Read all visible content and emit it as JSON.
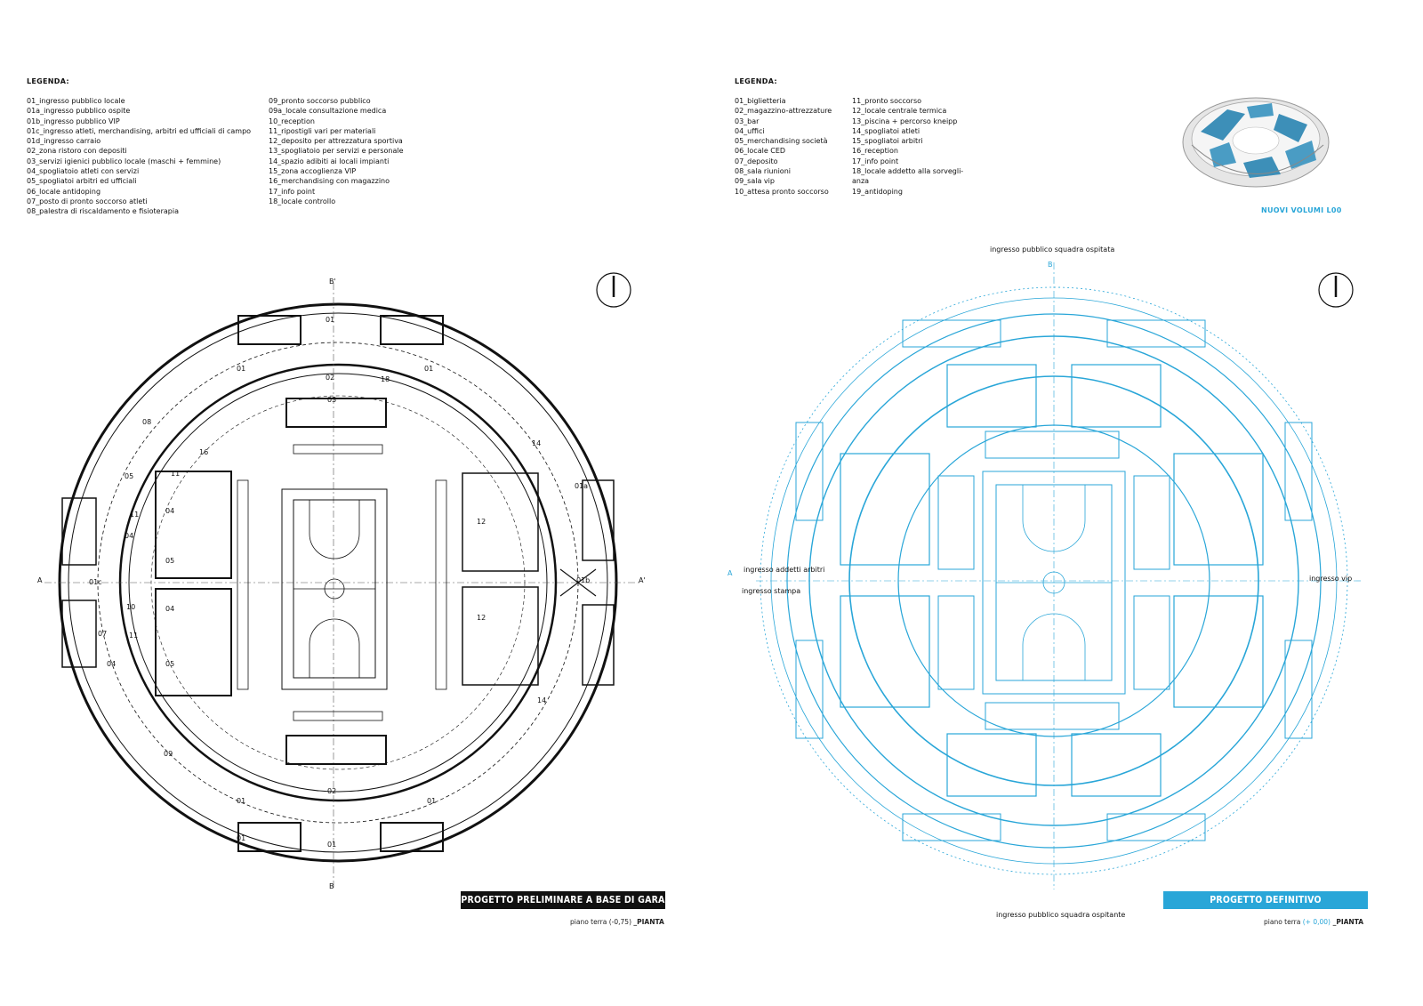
{
  "left": {
    "legend_title": "LEGENDA:",
    "legend_col1": [
      "01_ingresso pubblico locale",
      "01a_ingresso pubblico ospite",
      "01b_ingresso pubblico VIP",
      "01c_ingresso atleti, merchandising, arbitri ed ufficiali di campo",
      "01d_ingresso carraio",
      "02_zona ristoro con depositi",
      "03_servizi igienici pubblico locale (maschi + femmine)",
      "04_spogliatoio atleti con servizi",
      "05_spogliatoi arbitri ed ufficiali",
      "06_locale antidoping",
      "07_posto di pronto soccorso atleti",
      "08_palestra di riscaldamento e fisioterapia"
    ],
    "legend_col2": [
      "09_pronto soccorso pubblico",
      "09a_locale consultazione medica",
      "10_reception",
      "11_ripostigli vari per materiali",
      "12_deposito per attrezzatura sportiva",
      "13_spogliatoio per servizi e personale",
      "14_spazio adibiti ai locali impianti",
      "15_zona accoglienza VIP",
      "16_merchandising con magazzino",
      "17_info point",
      "18_locale controllo"
    ],
    "axis_labels": {
      "top": "B'",
      "bottom": "B",
      "left": "A",
      "right": "A'"
    },
    "room_labels": [
      "01",
      "01",
      "01",
      "02",
      "03",
      "18",
      "08",
      "16",
      "11",
      "05",
      "11",
      "04",
      "04",
      "05",
      "01c",
      "01b",
      "10",
      "07",
      "11",
      "04",
      "05",
      "04",
      "12",
      "12",
      "14",
      "14",
      "01a",
      "09",
      "02",
      "01",
      "01",
      "01",
      "01"
    ],
    "banner": "PROGETTO PRELIMINARE A BASE DI GARA",
    "caption_normal": "piano terra (-0,75) ",
    "caption_strong": "_PIANTA"
  },
  "right": {
    "legend_title": "LEGENDA:",
    "legend_col1": [
      "01_biglietteria",
      "02_magazzino-attrezzature",
      "03_bar",
      "04_uffici",
      "05_merchandising società",
      "06_locale CED",
      "07_deposito",
      "08_sala riunioni",
      "09_sala vip",
      "10_attesa pronto soccorso"
    ],
    "legend_col2": [
      "11_pronto soccorso",
      "12_locale centrale termica",
      "13_piscina + percorso kneipp",
      "14_spogliatoi atleti",
      "15_spogliatoi arbitri",
      "16_reception",
      "17_info point",
      "18_locale addetto alla sorvegli-",
      "anza",
      "19_antidoping"
    ],
    "thumbnail_label": "NUOVI VOLUMI L00",
    "entry_top": "ingresso pubblico squadra ospitata",
    "entry_bottom": "ingresso pubblico squadra ospitante",
    "entry_arbitri": "ingresso addetti arbitri",
    "entry_stampa": "ingresso stampa",
    "entry_vip": "ingresso vip",
    "axis_labels": {
      "top": "B",
      "left": "A"
    },
    "banner": "PROGETTO DEFINITIVO",
    "caption_normal": "piano terra ",
    "caption_accent": "(+ 0,00)",
    "caption_strong": " _PIANTA"
  },
  "colors": {
    "black": "#111111",
    "accent": "#29a6d8",
    "banner_dark": "#111111",
    "banner_blue": "#29a6d8"
  },
  "icons": [
    "north-arrow-icon",
    "north-arrow-icon"
  ]
}
